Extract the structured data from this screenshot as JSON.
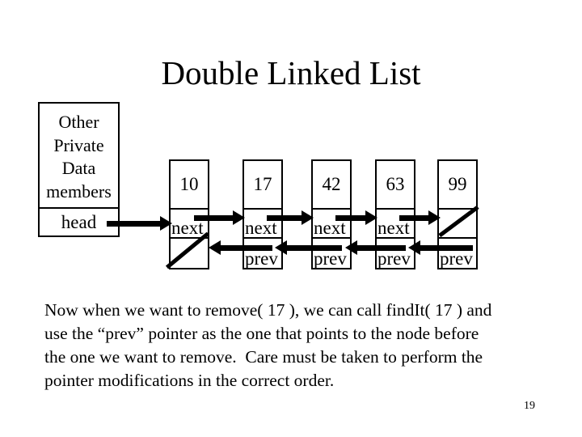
{
  "title": "Double Linked List",
  "head_box": {
    "lines": [
      "Other",
      "Private",
      "Data",
      "members"
    ],
    "head_label": "head"
  },
  "nodes": [
    {
      "value": "10",
      "next_label": "next",
      "prev_label": ""
    },
    {
      "value": "17",
      "next_label": "next",
      "prev_label": "prev"
    },
    {
      "value": "42",
      "next_label": "next",
      "prev_label": "prev"
    },
    {
      "value": "63",
      "next_label": "next",
      "prev_label": "prev"
    },
    {
      "value": "99",
      "next_label": "",
      "prev_label": "prev"
    }
  ],
  "diagram": {
    "head_points_to": "10",
    "next_chain": [
      "10→17",
      "17→42",
      "42→63",
      "63→99",
      "99→null"
    ],
    "prev_chain": [
      "10→null",
      "17→10",
      "42→17",
      "63→42",
      "99→63"
    ]
  },
  "body": {
    "lines": [
      "Now when we want to remove( 17 ), we can call findIt( 17 ) and",
      "use the “prev” pointer as the one that points to the node before",
      "the one we want to remove.  Care must be taken to perform the",
      "pointer modifications in the correct order."
    ]
  },
  "page_number": "19",
  "colors": {
    "background": "#ffffff",
    "foreground": "#000000"
  }
}
